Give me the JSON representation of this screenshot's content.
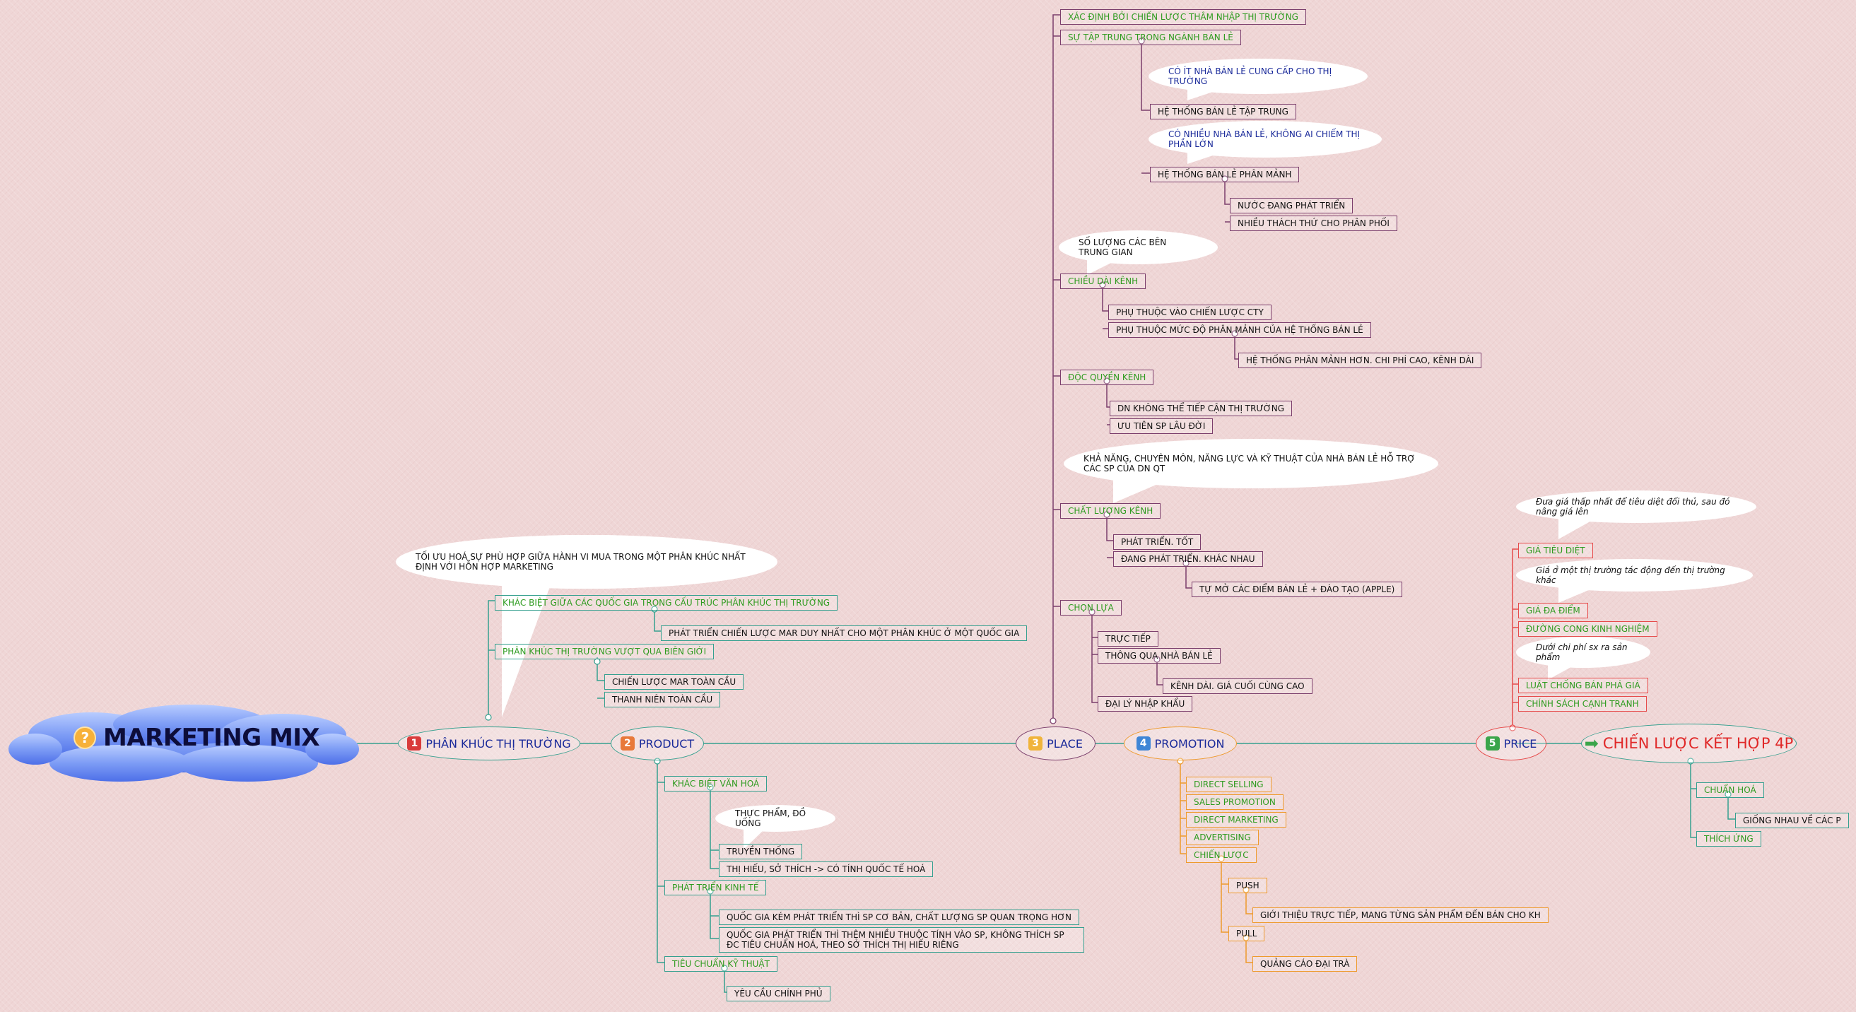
{
  "central": "MARKETING MIX",
  "strategy": "CHIẾN LƯỢC KẾT HỢP 4P",
  "main_topics": {
    "segment": {
      "num": "1",
      "label": "PHÂN KHÚC THỊ TRƯỜNG"
    },
    "product": {
      "num": "2",
      "label": "PRODUCT"
    },
    "place": {
      "num": "3",
      "label": "PLACE"
    },
    "promotion": {
      "num": "4",
      "label": "PROMOTION"
    },
    "price": {
      "num": "5",
      "label": "PRICE"
    }
  },
  "segment": {
    "callout": "TỐI ƯU HOÁ SỰ PHÙ HỢP GIỮA HÀNH VI MUA TRONG MỘT PHÂN KHÚC NHẤT ĐỊNH VỚI HỖN HỢP MARKETING",
    "n1": "KHÁC BIỆT GIỮA CÁC QUỐC GIA TRONG CẤU TRÚC PHÂN KHÚC THỊ TRƯỜNG",
    "n1a": "PHÁT TRIỂN CHIẾN LƯỢC MAR DUY NHẤT CHO MỘT PHÂN KHÚC Ở MỘT QUỐC GIA",
    "n2": "PHÂN KHÚC THỊ TRƯỜNG VƯỢT QUA BIÊN GIỚI",
    "n2a": "CHIẾN LƯỢC MAR TOÀN CẦU",
    "n2b": "THANH NIÊN TOÀN CẦU"
  },
  "product": {
    "n1": "KHÁC BIỆT VĂN HOÁ",
    "callout1": "THỰC PHẨM, ĐỒ UỐNG",
    "n1a": "TRUYỀN THỐNG",
    "n1b": "THỊ HIẾU, SỞ THÍCH -> CÓ TÍNH QUỐC TẾ HOÁ",
    "n2": "PHÁT TRIỂN KINH TẾ",
    "n2a": "QUỐC GIA KÉM PHÁT TRIỂN THÌ SP CƠ BẢN, CHẤT LƯỢNG SP QUAN TRỌNG HƠN",
    "n2b": "QUỐC GIA PHÁT TRIỂN THÌ THÊM NHIỀU THUỘC TÍNH VÀO SP, KHÔNG THÍCH SP ĐC TIÊU CHUẨN HOÁ, THEO SỞ THÍCH THỊ HIẾU RIÊNG",
    "n3": "TIÊU CHUẨN KỸ THUẬT",
    "n3a": "YÊU CẦU CHÍNH PHỦ"
  },
  "place": {
    "n1": "XÁC ĐỊNH BỞI CHIẾN LƯỢC THÂM NHẬP THỊ TRƯỜNG",
    "n2": "SỰ TẬP TRUNG TRONG NGÀNH BÁN LẺ",
    "callout1": "CÓ ÍT NHÀ BÁN LẺ CUNG CẤP CHO THỊ TRƯỜNG",
    "n2a": "HỆ THỐNG BÁN LẺ TẬP TRUNG",
    "callout2": "CÓ NHIỀU NHÀ BÁN LẺ, KHÔNG AI CHIẾM THỊ PHẦN LỚN",
    "n2b": "HỆ THỐNG BÁN LẺ PHÂN MẢNH",
    "n2b1": "NƯỚC ĐANG PHÁT TRIỂN",
    "n2b2": "NHIỀU THÁCH THỨ CHO PHÂN PHỐI",
    "callout3": "SỐ LƯỢNG CÁC BÊN TRUNG GIAN",
    "n3": "CHIỀU DÀI KÊNH",
    "n3a": "PHỤ THUỘC VÀO CHIẾN LƯỢC CTY",
    "n3b": "PHỤ THUỘC MỨC ĐỘ PHÂN MẢNH CỦA HỆ THỐNG BÁN LẺ",
    "n3b1": "HỆ THỐNG PHÂN MẢNH HƠN. CHI PHÍ CAO, KÊNH DÀI",
    "n4": "ĐỘC QUYỀN KÊNH",
    "n4a": "DN KHÔNG THỂ TIẾP CẬN THỊ TRƯỜNG",
    "n4b": "ƯU TIÊN SP LÂU ĐỜI",
    "callout4": "KHẢ NĂNG, CHUYÊN MÔN, NĂNG LỰC VÀ KỸ THUẬT CỦA NHÀ BÁN LẺ HỖ TRỢ CÁC SP CỦA DN QT",
    "n5": "CHẤT LƯỢNG KÊNH",
    "n5a": "PHÁT TRIỂN. TỐT",
    "n5b": "ĐANG PHÁT TRIỂN. KHÁC NHAU",
    "n5b1": "TỰ MỞ CÁC ĐIỂM BÁN LẺ + ĐÀO TẠO (APPLE)",
    "n6": "CHỌN LỰA",
    "n6a": "TRỰC TIẾP",
    "n6b": "THÔNG QUA NHÀ BÁN LẺ",
    "n6b1": "KÊNH DÀI. GIÁ CUỐI CÙNG CAO",
    "n6c": "ĐẠI LÝ NHẬP KHẨU"
  },
  "promotion": {
    "n1": "DIRECT SELLING",
    "n2": "SALES PROMOTION",
    "n3": "DIRECT MARKETING",
    "n4": "ADVERTISING",
    "n5": "CHIẾN LƯỢC",
    "n5a": "PUSH",
    "n5a1": "GIỚI THIỆU TRỰC TIẾP, MANG TỪNG SẢN PHẨM ĐẾN BÁN CHO KH",
    "n5b": "PULL",
    "n5b1": "QUẢNG CÁO ĐẠI TRÀ"
  },
  "price": {
    "callout1": "Đưa giá thấp nhất để tiêu diệt đối thủ, sau đó nâng giá lên",
    "n1": "GIÁ TIÊU DIỆT",
    "callout2": "Giá ở một thị trường tác động đến thị trường khác",
    "n2": "GIÁ ĐA ĐIỂM",
    "n3": "ĐƯỜNG CONG KINH NGHIỆM",
    "callout3": "Dưới chi phí sx ra sản phẩm",
    "n4": "LUẬT CHỐNG BÁN PHÁ GIÁ",
    "n5": "CHÍNH SÁCH CẠNH TRANH"
  },
  "strategy_children": {
    "n1": "CHUẨN HOÁ",
    "n1a": "GIỐNG NHAU VỀ CÁC P",
    "n2": "THÍCH ỨNG"
  },
  "colors": {
    "background": "#efd6d6",
    "teal": "#35a08f",
    "purple": "#7b3e6c",
    "orange": "#ee9a2c",
    "red": "#e64b4b",
    "green_text": "#2e9b1f",
    "cloud": "#6c8ff2",
    "num1": "#d93b3b",
    "num2": "#e8793a",
    "num3": "#f0b43b",
    "num4": "#3f86d6",
    "num5": "#3aa54a"
  }
}
